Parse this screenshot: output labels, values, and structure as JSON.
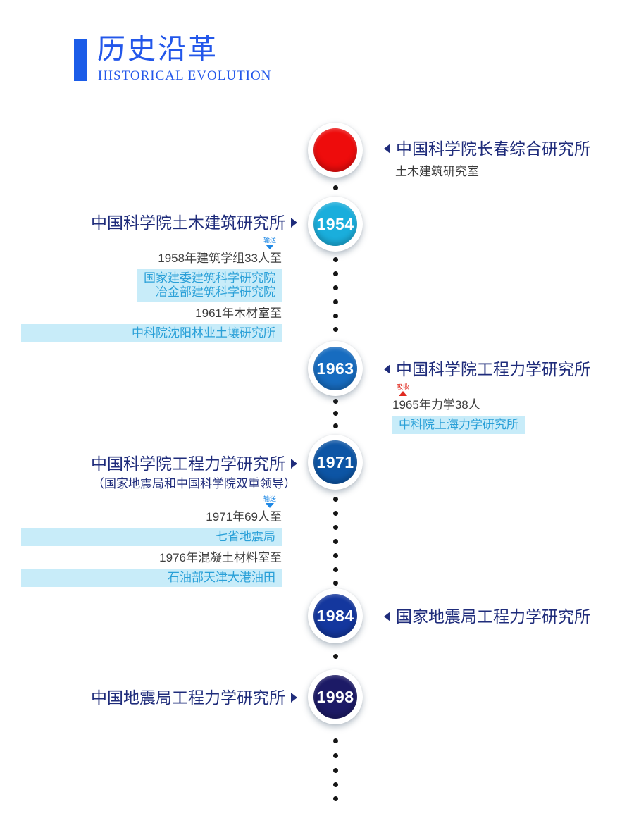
{
  "header": {
    "title": "历史沿革",
    "subtitle": "HISTORICAL EVOLUTION",
    "accent_color": "#2357ea"
  },
  "colors": {
    "heading_navy": "#1f2c7b",
    "highlight_bg": "#c8ecf9",
    "highlight_text": "#2aa0d8",
    "flow_out_blue": "#1e88e5",
    "flow_in_red": "#e02a20",
    "dot_black": "#151515"
  },
  "entries": [
    {
      "year": "",
      "circle_color": "#ee0c0c",
      "side": "right",
      "title": "中国科学院长春综合研究所",
      "note": "土木建筑研究室"
    },
    {
      "year": "1954",
      "circle_color": "#1aaedc",
      "side": "left",
      "title": "中国科学院土木建筑研究所",
      "flow_label": "输送",
      "flow_direction": "down",
      "row1": "1958年建筑学组33人至",
      "row2a": "国家建委建筑科学研究院",
      "row2b": "冶金部建筑科学研究院",
      "row3": "1961年木材室至",
      "row4": "中科院沈阳林业土壤研究所"
    },
    {
      "year": "1963",
      "circle_color": "#176cc0",
      "side": "right",
      "title": "中国科学院工程力学研究所",
      "flow_label": "吸收",
      "flow_direction": "up",
      "row1": "1965年力学38人",
      "row2": "中科院上海力学研究所"
    },
    {
      "year": "1971",
      "circle_color": "#0d55a5",
      "side": "left",
      "title": "中国科学院工程力学研究所",
      "subtitle": "（国家地震局和中国科学院双重领导）",
      "flow_label": "输送",
      "flow_direction": "down",
      "row1": "1971年69人至",
      "row2": "七省地震局",
      "row3": "1976年混凝土材料室至",
      "row4": "石油部天津大港油田"
    },
    {
      "year": "1984",
      "circle_color": "#14379e",
      "side": "right",
      "title": "国家地震局工程力学研究所"
    },
    {
      "year": "1998",
      "circle_color": "#1c1a66",
      "side": "left",
      "title": "中国地震局工程力学研究所"
    }
  ]
}
